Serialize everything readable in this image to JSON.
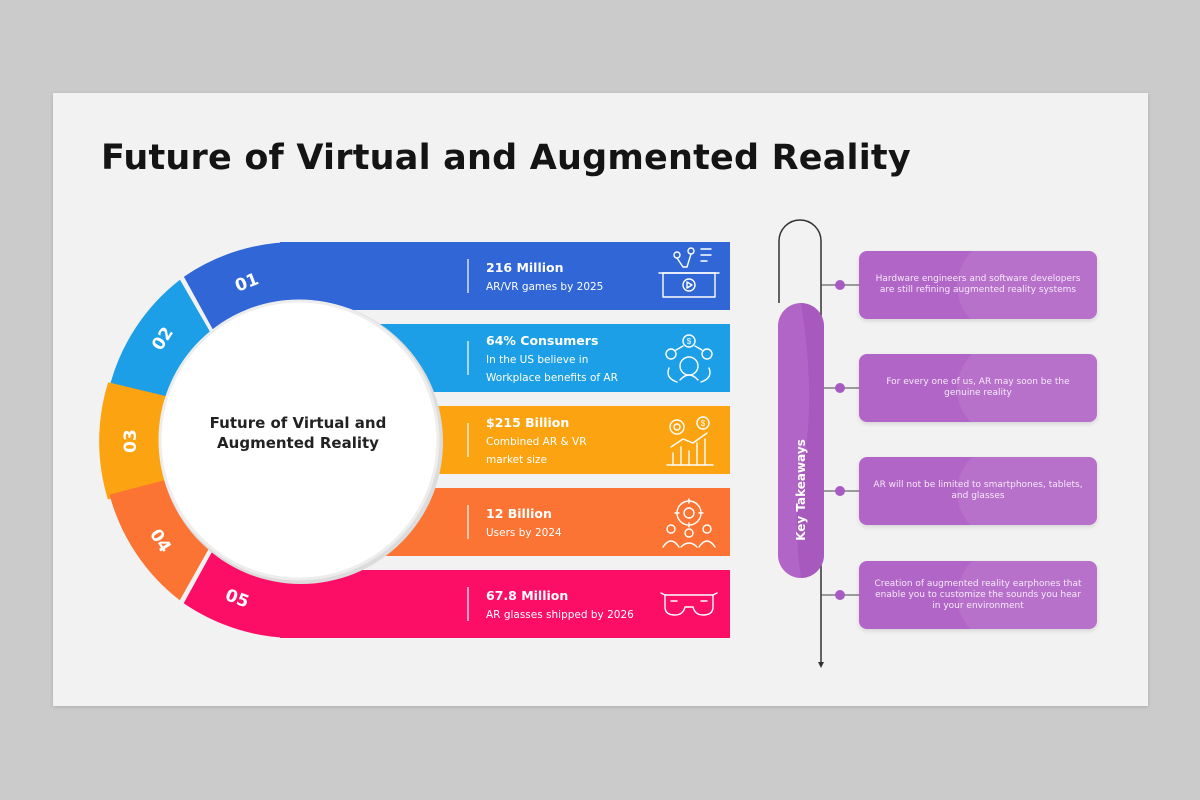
{
  "slide": {
    "title": "Future of Virtual and Augmented Reality",
    "center_label": "Future of Virtual and Augmented Reality"
  },
  "segments": [
    {
      "number": "01",
      "color": "#3066d6",
      "icon": "vr-headset-icon"
    },
    {
      "number": "02",
      "color": "#1c9fe6",
      "icon": "consumers-icon"
    },
    {
      "number": "03",
      "color": "#fca311",
      "icon": "market-chart-icon"
    },
    {
      "number": "04",
      "color": "#fb7433",
      "icon": "users-gear-icon"
    },
    {
      "number": "05",
      "color": "#fc0e66",
      "icon": "ar-glasses-icon"
    }
  ],
  "stats": [
    {
      "heading": "216 Million",
      "lines": [
        "AR/VR games by 2025"
      ]
    },
    {
      "heading": "64% Consumers",
      "lines": [
        "In the US believe in",
        "Workplace benefits of AR"
      ]
    },
    {
      "heading": "$215 Billion",
      "lines": [
        "Combined AR & VR",
        "market size"
      ]
    },
    {
      "heading": "12 Billion",
      "lines": [
        "Users by 2024"
      ]
    },
    {
      "heading": "67.8 Million",
      "lines": [
        "AR glasses shipped by 2026"
      ]
    }
  ],
  "key_takeaways": {
    "label": "Key Takeaways",
    "color": "#b165c6",
    "items": [
      {
        "text": "Hardware engineers and software developers are still refining augmented reality systems"
      },
      {
        "text": "For every one of us, AR may soon be the genuine reality"
      },
      {
        "text": "AR will not be limited to smartphones, tablets, and glasses"
      },
      {
        "text": "Creation of augmented reality earphones that enable you to customize the sounds you hear in your environment"
      }
    ]
  }
}
